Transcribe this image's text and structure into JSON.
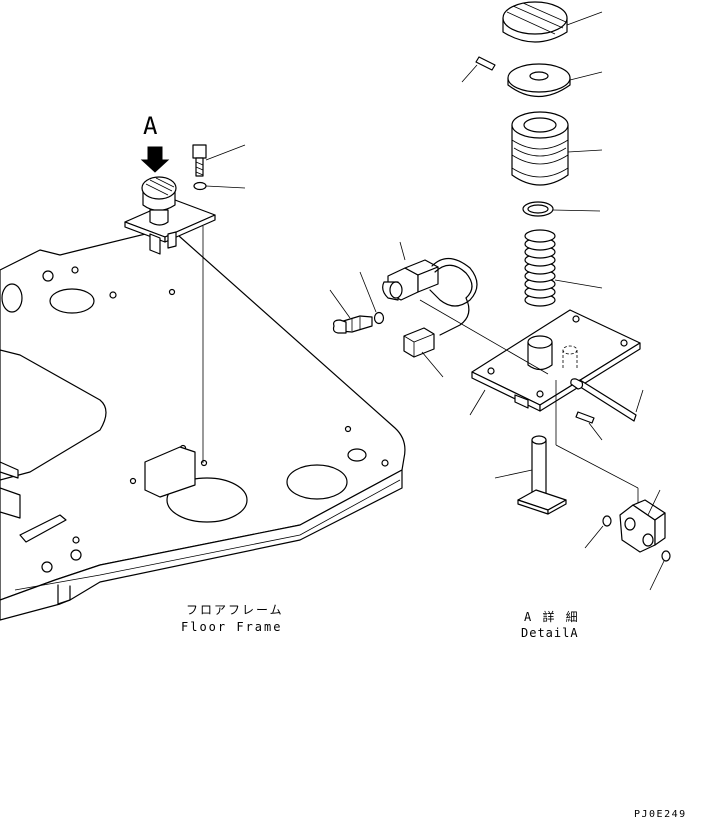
{
  "labels": {
    "view_marker": "A",
    "floor_frame_jp": "フロアフレーム",
    "floor_frame_en": "Floor Frame",
    "detail_jp": "A 詳 細",
    "detail_en": "DetailA",
    "drawing_code": "PJ0E249"
  }
}
